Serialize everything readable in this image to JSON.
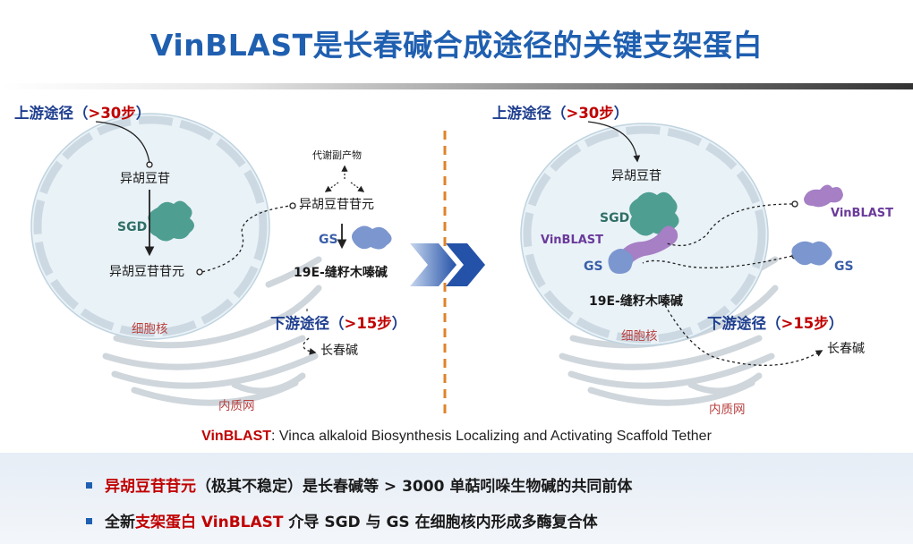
{
  "title": "VinBLAST是长春碱合成途径的关键支架蛋白",
  "left": {
    "upstream_prefix": "上游途径（",
    "upstream_value": ">30步",
    "upstream_suffix": "）",
    "strictosidine": "异胡豆苷",
    "sgd": "SGD",
    "aglycone_in": "异胡豆苷苷元",
    "side_products": "代谢副产物",
    "aglycone_out": "异胡豆苷苷元",
    "gs": "GS",
    "product": "19E-缝籽木嗪碱",
    "downstream_prefix": "下游途径（",
    "downstream_value": ">15步",
    "downstream_suffix": "）",
    "vinblastine": "长春碱",
    "nucleus": "细胞核",
    "er": "内质网"
  },
  "right": {
    "upstream_prefix": "上游途径（",
    "upstream_value": ">30步",
    "upstream_suffix": "）",
    "strictosidine": "异胡豆苷",
    "sgd": "SGD",
    "vinblast_in": "VinBLAST",
    "gs_in": "GS",
    "product": "19E-缝籽木嗪碱",
    "vinblast_out": "VinBLAST",
    "gs_out": "GS",
    "downstream_prefix": "下游途径（",
    "downstream_value": ">15步",
    "downstream_suffix": "）",
    "vinblastine": "长春碱",
    "nucleus": "细胞核",
    "er": "内质网"
  },
  "note": {
    "acronym": "VinBLAST",
    "expansion": ": Vinca alkaloid Biosynthesis Localizing and Activating Scaffold Tether"
  },
  "bullets": [
    {
      "highlight": "异胡豆苷苷元",
      "rest": "（极其不稳定）是长春碱等 > 3000 单萜吲哚生物碱的共同前体"
    },
    {
      "pre": "全新",
      "highlight1": "支架蛋白 VinBLAST",
      "rest": " 介导 SGD 与 GS 在细胞核内形成多酶复合体"
    }
  ],
  "colors": {
    "title": "#1f5fb0",
    "highlight": "#c00000",
    "sgd_protein": "#4f9e92",
    "gs_protein": "#7c96cf",
    "vinblast_protein": "#a67fc4",
    "nucleus_fill": "#e9f2f7",
    "divider": "#e0832a",
    "chevron": "#2452a8"
  },
  "icons": [
    "dashed-arrow-icon",
    "chevron-double-right-icon",
    "square-bullet-icon"
  ]
}
